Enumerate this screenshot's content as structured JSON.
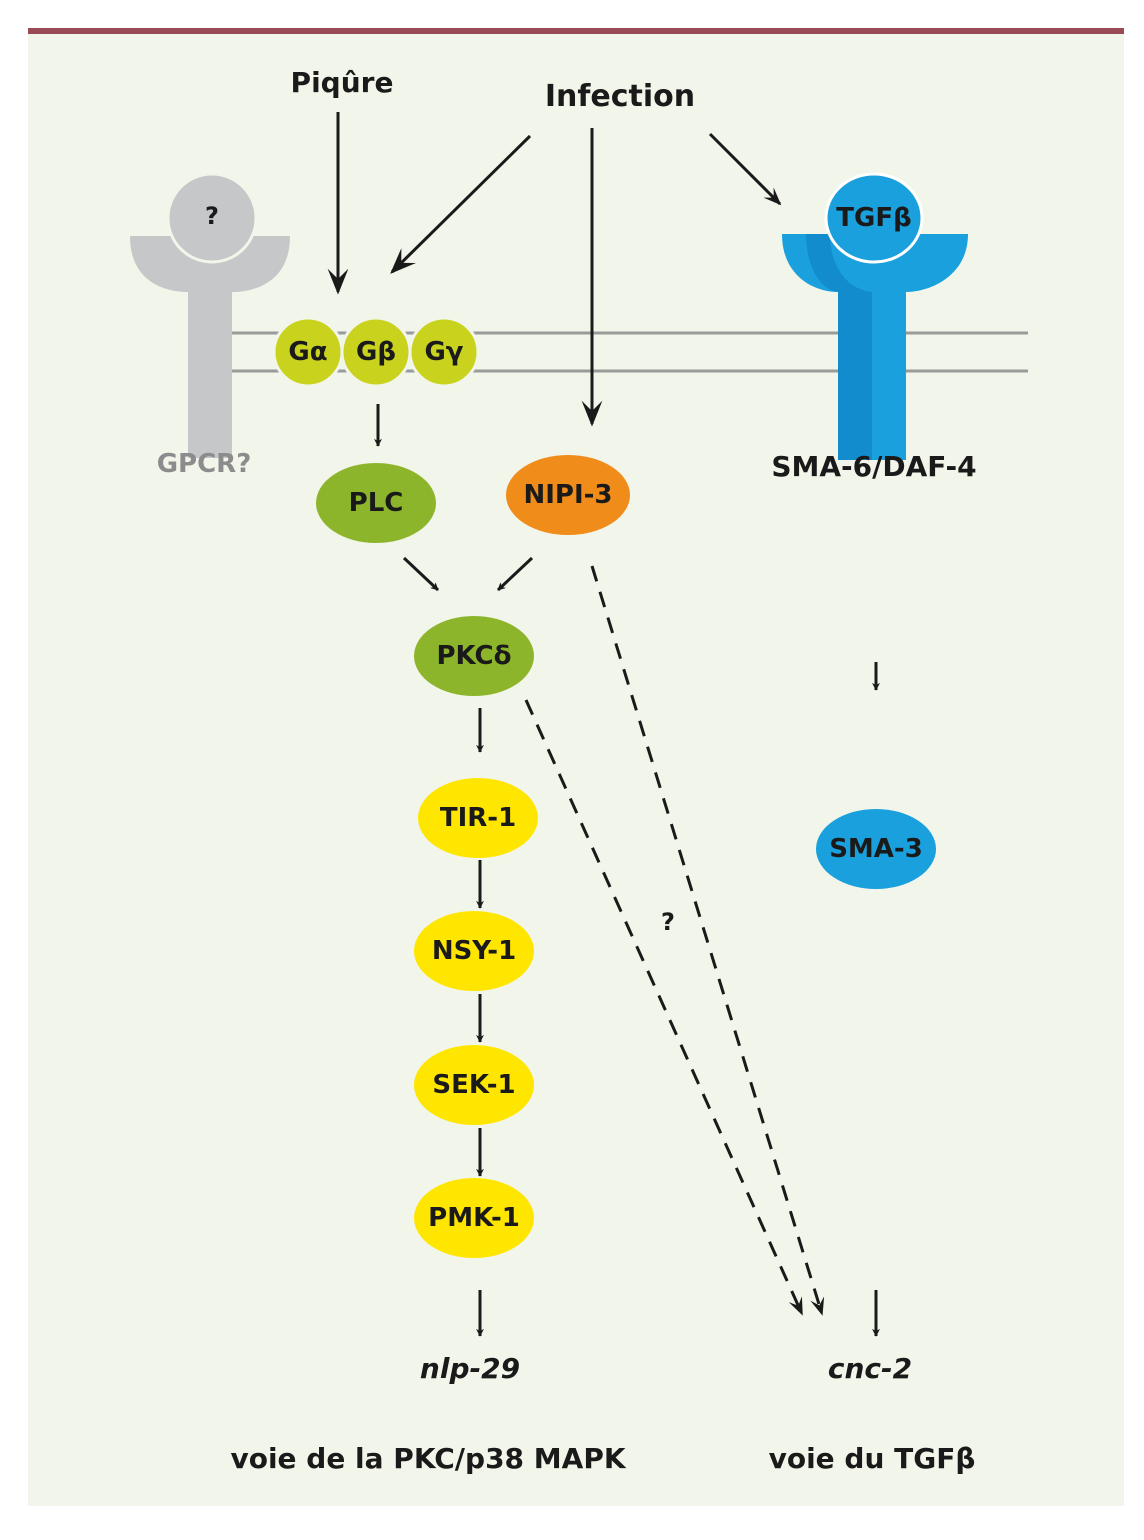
{
  "inputs": {
    "piqure": "Piqûre",
    "infection": "Infection"
  },
  "receptors": {
    "gpcr_ligand": "?",
    "gpcr_label": "GPCR?",
    "tgfb_ligand": "TGFβ",
    "tgfb_receptor_label": "SMA-6/DAF-4"
  },
  "g_proteins": {
    "alpha": "Gα",
    "beta": "Gβ",
    "gamma": "Gγ"
  },
  "nodes": {
    "plc": "PLC",
    "nipi3": "NIPI-3",
    "pkcd": "PKCδ",
    "tir1": "TIR-1",
    "nsy1": "NSY-1",
    "sek1": "SEK-1",
    "pmk1": "PMK-1",
    "sma3": "SMA-3"
  },
  "unknown_link": "?",
  "genes": {
    "nlp29": "nlp-29",
    "cnc2": "cnc-2"
  },
  "pathways": {
    "pkc_p38": "voie de la PKC/p38 MAPK",
    "tgfb": "voie du TGFβ"
  },
  "colors": {
    "background": "#f2f5ea",
    "top_bar": "#9a4a55",
    "membrane": "#9a9a9a",
    "gpcr": "#c5c7c8",
    "g_protein": "#c9d31e",
    "green_node": "#8db52b",
    "nipi3": "#f08c1a",
    "yellow_node": "#ffe600",
    "tgfb_blue": "#1aa0dc",
    "tgfb_dark": "#0d7cbf"
  }
}
